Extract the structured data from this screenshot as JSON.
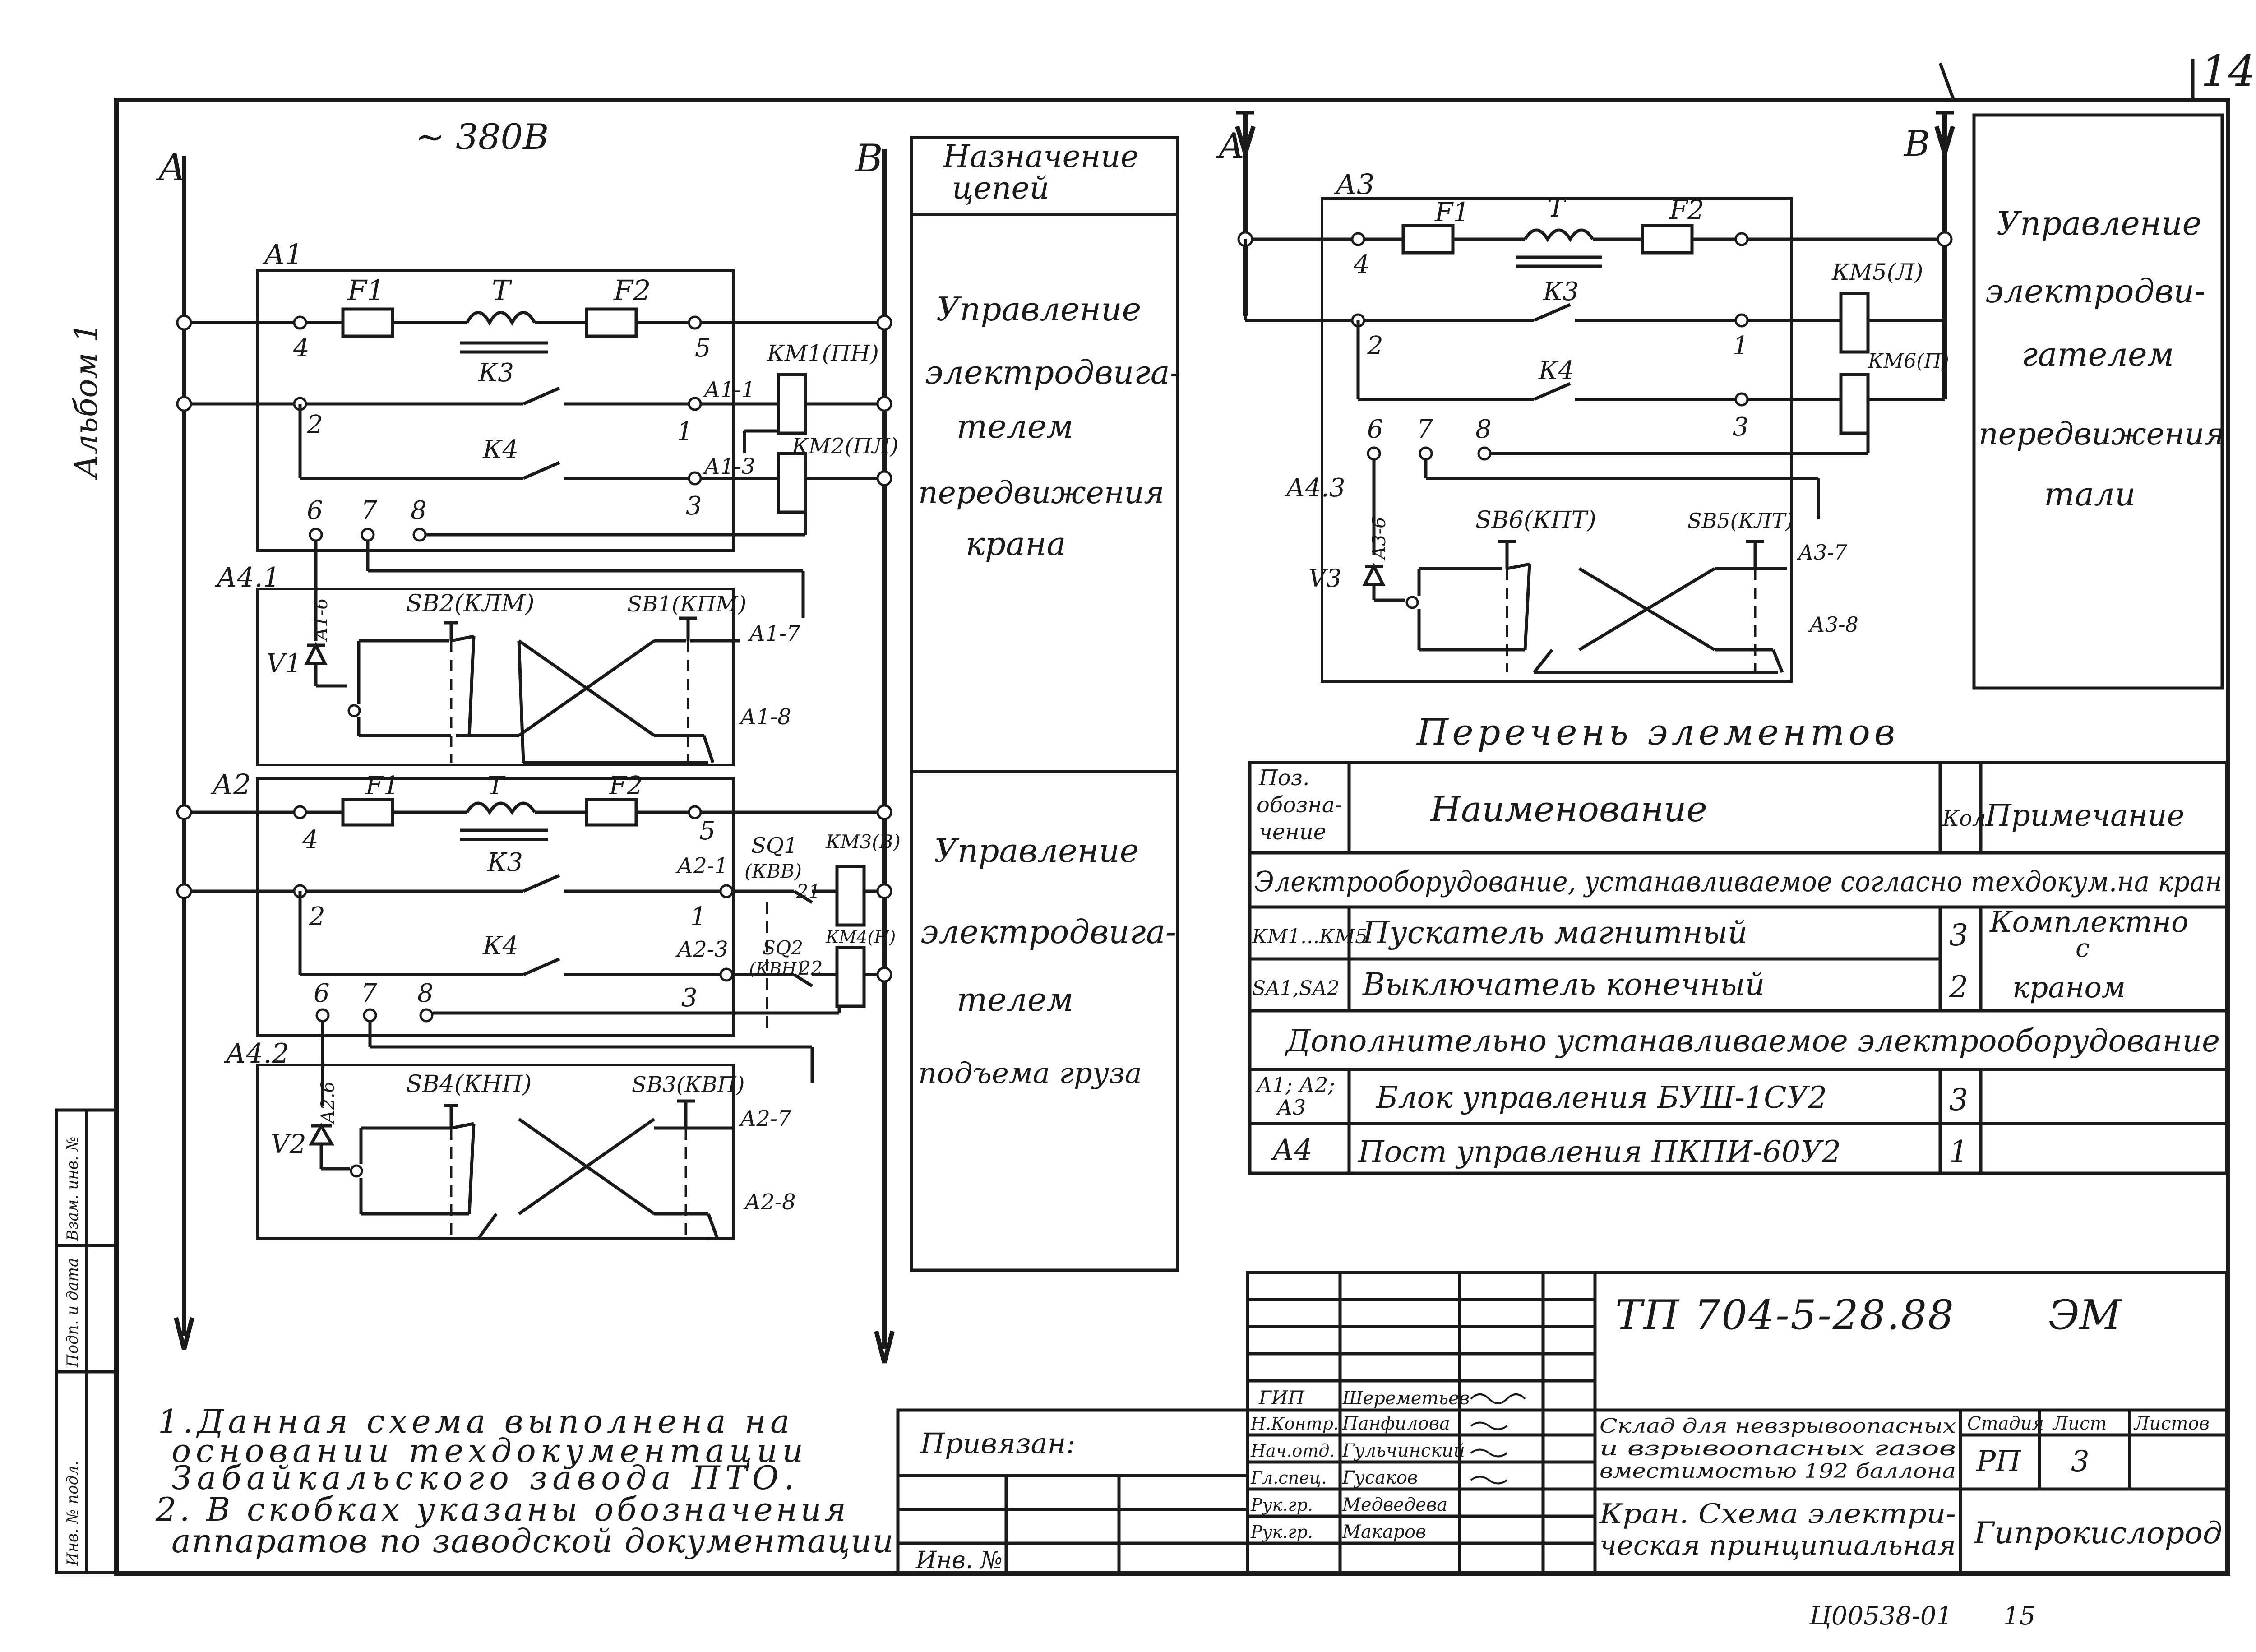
{
  "sheet": {
    "corner_number": "14",
    "album_label": "Альбом 1",
    "bottom_code": "Ц00538-01",
    "bottom_page": "15"
  },
  "left_circuit": {
    "voltage": "~ 380В",
    "bus_a": "А",
    "bus_b": "В",
    "block_a1": "А1",
    "block_a2": "А2",
    "a1": {
      "f1": "F1",
      "t": "T",
      "f2": "F2",
      "k3": "К3",
      "k4": "К4",
      "t4": "4",
      "t5": "5",
      "t2": "2",
      "t1": "1",
      "t3": "3",
      "a11": "А1-1",
      "a13": "А1-3",
      "km1": "КМ1(ПН)",
      "km2": "КМ2(ПЛ)",
      "t6": "6",
      "t7": "7",
      "t8": "8"
    },
    "a41": {
      "name": "А4.1",
      "v1": "V1",
      "a16": "А1-6",
      "sb2": "SB2(КЛМ)",
      "sb1": "SB1(КПМ)",
      "a17": "А1-7",
      "a18": "А1-8"
    },
    "a2": {
      "f1": "F1",
      "t": "T",
      "f2": "F2",
      "k3": "К3",
      "k4": "К4",
      "t4": "4",
      "t5": "5",
      "t2": "2",
      "t1": "1",
      "t3": "3",
      "a21": "А2-1",
      "a23": "А2-3",
      "km3": "КМ3(В)",
      "km4": "КМ4(Н)",
      "sq1": "SQ1",
      "kvv": "(КВВ)",
      "n21": "21",
      "sq2": "SQ2",
      "kvn": "(КВН)",
      "n22": "22",
      "t6": "6",
      "t7": "7",
      "t8": "8"
    },
    "a42": {
      "name": "А4.2",
      "v2": "V2",
      "a26": "А2.6",
      "sb4": "SB4(КНП)",
      "sb3": "SB3(КВП)",
      "a27": "А2-7",
      "a28": "А2-8"
    }
  },
  "purpose_table": {
    "header": "Назначение цепей",
    "header_line1": "Назначение",
    "header_line2": "цепей",
    "row1": [
      "Управление",
      "электродвига-",
      "телем",
      "передвижения",
      "крана"
    ],
    "row2": [
      "Управление",
      "электродвига-",
      "телем",
      "подъема груза"
    ]
  },
  "right_circuit": {
    "bus_a": "А",
    "bus_b": "В",
    "block_a3": "А3",
    "f1": "F1",
    "t": "T",
    "f2": "F2",
    "k3": "К3",
    "k4": "К4",
    "t4": "4",
    "t2": "2",
    "t1": "1",
    "t3": "3",
    "km5": "КМ5(Л)",
    "km6": "КМ6(П)",
    "t6": "6",
    "t7": "7",
    "t8": "8",
    "a43": "А4.3",
    "v3": "V3",
    "a36": "А3-6",
    "sb6": "SB6(КПТ)",
    "sb5": "SB5(КЛТ)",
    "a37": "А3-7",
    "a38": "А3-8",
    "purpose": [
      "Управление",
      "электродви-",
      "гателем",
      "передвижения",
      "тали"
    ]
  },
  "elements_list": {
    "title": "Перечень элементов",
    "col_pos": [
      "Поз.",
      "обозна-",
      "чение"
    ],
    "col_name": "Наименование",
    "col_qty": "Кол.",
    "col_note": "Примечание",
    "section1": "Электрооборудование, устанавливаемое согласно техдокум.на кран",
    "section2": "Дополнительно устанавливаемое электрооборудование",
    "rows": [
      {
        "pos": "КМ1...КМ5",
        "name": "Пускатель магнитный",
        "qty": "3"
      },
      {
        "pos": "SA1,SA2",
        "name": "Выключатель конечный",
        "qty": "2"
      },
      {
        "pos": "А1; А2; А3",
        "pos1": "А1; А2;",
        "pos2": "А3",
        "name": "Блок управления БУШ-1СУ2",
        "qty": "3"
      },
      {
        "pos": "А4",
        "name": "Пост управления ПКПИ-60У2",
        "qty": "1"
      }
    ],
    "note_rows12": [
      "Комплектно",
      "с",
      "краном"
    ]
  },
  "notes": [
    "1.Данная схема выполнена на",
    "основании техдокументации",
    "Забайкальского завода ПТО.",
    "2. В скобках указаны обозначения",
    "аппаратов по заводской документации"
  ],
  "title_block": {
    "doc_code": "ТП 704-5-28.88",
    "doc_type": "ЭМ",
    "privyazan": "Привязан:",
    "inv": "Инв. №",
    "roles": [
      "ГИП",
      "Н.Контр.",
      "Нач.отд.",
      "Гл.спец.",
      "Рук.гр.",
      "Рук.гр."
    ],
    "names": [
      "Шереметьев",
      "Панфилова",
      "Гульчинский",
      "Гусаков",
      "Медведева",
      "Макаров"
    ],
    "object": [
      "Склад для невзрывоопасных",
      "и взрывоопасных газов",
      "вместимостью 192 баллона"
    ],
    "drawing": [
      "Кран. Схема электри-",
      "ческая принципиальная"
    ],
    "stage_h": "Стадия",
    "sheet_h": "Лист",
    "sheets_h": "Листов",
    "stage": "РП",
    "sheet_no": "3",
    "org": "Гипрокислород"
  },
  "side_stamp": [
    "Взам. инв. №",
    "Подп. и дата",
    "Инв. № подл."
  ]
}
